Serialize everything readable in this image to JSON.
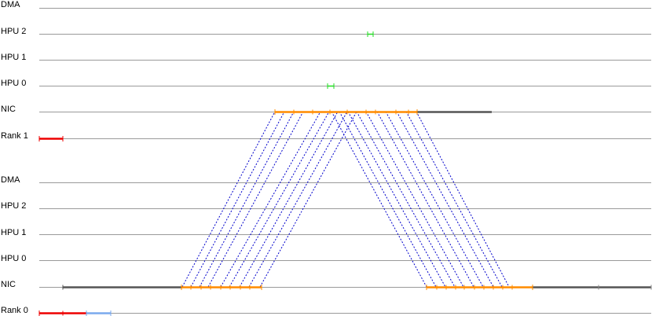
{
  "lanes": [
    {
      "label": "DMA"
    },
    {
      "label": "HPU 2"
    },
    {
      "label": "HPU 1"
    },
    {
      "label": "HPU 0"
    },
    {
      "label": "NIC"
    },
    {
      "label": "Rank 1"
    },
    {
      "label": "DMA"
    },
    {
      "label": "HPU 2"
    },
    {
      "label": "HPU 1"
    },
    {
      "label": "HPU 0"
    },
    {
      "label": "NIC"
    },
    {
      "label": "Rank 0"
    }
  ],
  "colors": {
    "lane_line": "#9a9a9a",
    "nic_busy": "#555555",
    "nic_transfer": "#ff8c00",
    "rank": "#ee0000",
    "rank_secondary": "#7aaaee",
    "hpu": "#22dd22",
    "message": "#0000cc"
  }
}
